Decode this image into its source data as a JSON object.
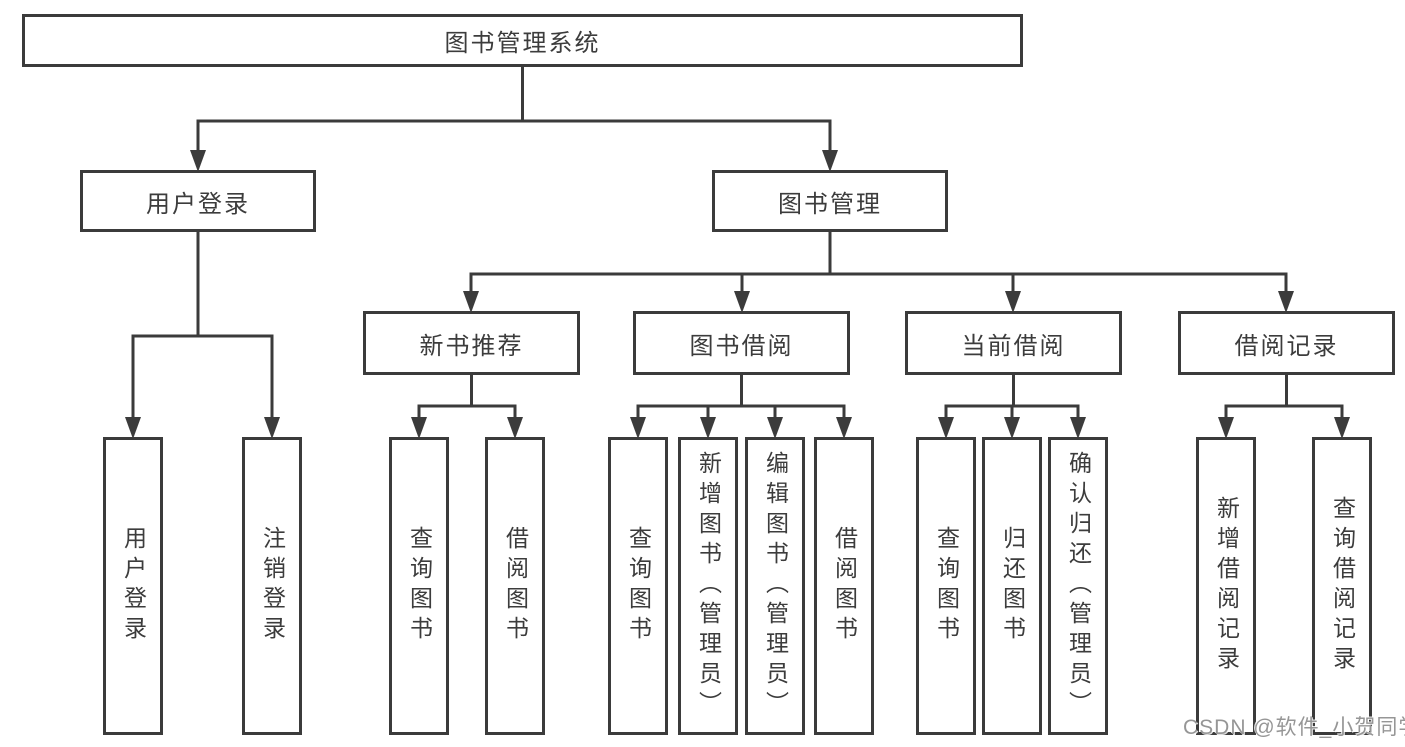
{
  "diagram": {
    "root": {
      "label": "图书管理系统"
    },
    "branches": [
      {
        "label": "用户登录",
        "children": [
          {
            "label": "用户登录"
          },
          {
            "label": "注销登录"
          }
        ]
      },
      {
        "label": "图书管理",
        "children": [
          {
            "label": "新书推荐",
            "children": [
              {
                "label": "查询图书"
              },
              {
                "label": "借阅图书"
              }
            ]
          },
          {
            "label": "图书借阅",
            "children": [
              {
                "label": "查询图书"
              },
              {
                "label": "新增图书（管理员）"
              },
              {
                "label": "编辑图书（管理员）"
              },
              {
                "label": "借阅图书"
              }
            ]
          },
          {
            "label": "当前借阅",
            "children": [
              {
                "label": "查询图书"
              },
              {
                "label": "归还图书"
              },
              {
                "label": "确认归还（管理员）"
              }
            ]
          },
          {
            "label": "借阅记录",
            "children": [
              {
                "label": "新增借阅记录"
              },
              {
                "label": "查询借阅记录"
              }
            ]
          }
        ]
      }
    ]
  },
  "watermark": {
    "text": "CSDN @软件_小贺同学"
  },
  "colors": {
    "line": "#3b3b3b",
    "text": "#3c3c3c",
    "background": "#ffffff",
    "watermark": "#969696"
  }
}
